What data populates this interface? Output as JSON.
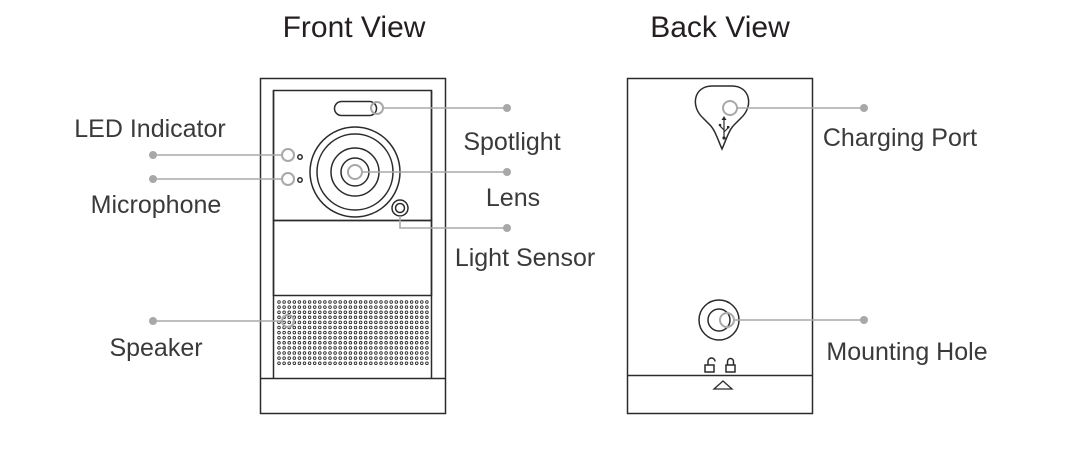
{
  "titles": {
    "front": "Front View",
    "back": "Back View"
  },
  "callouts": {
    "led_indicator": "LED Indicator",
    "microphone": "Microphone",
    "speaker": "Speaker",
    "spotlight": "Spotlight",
    "lens": "Lens",
    "light_sensor": "Light Sensor",
    "charging_port": "Charging Port",
    "mounting_hole": "Mounting Hole"
  },
  "icons": {
    "lock_open": "unlock-icon",
    "lock_closed": "lock-icon",
    "arrow_up": "triangle-up-icon",
    "usb": "usb-icon"
  },
  "colors": {
    "outline": "#2b2b2b",
    "leader": "#a8a8a8",
    "text": "#3a3a3a"
  }
}
